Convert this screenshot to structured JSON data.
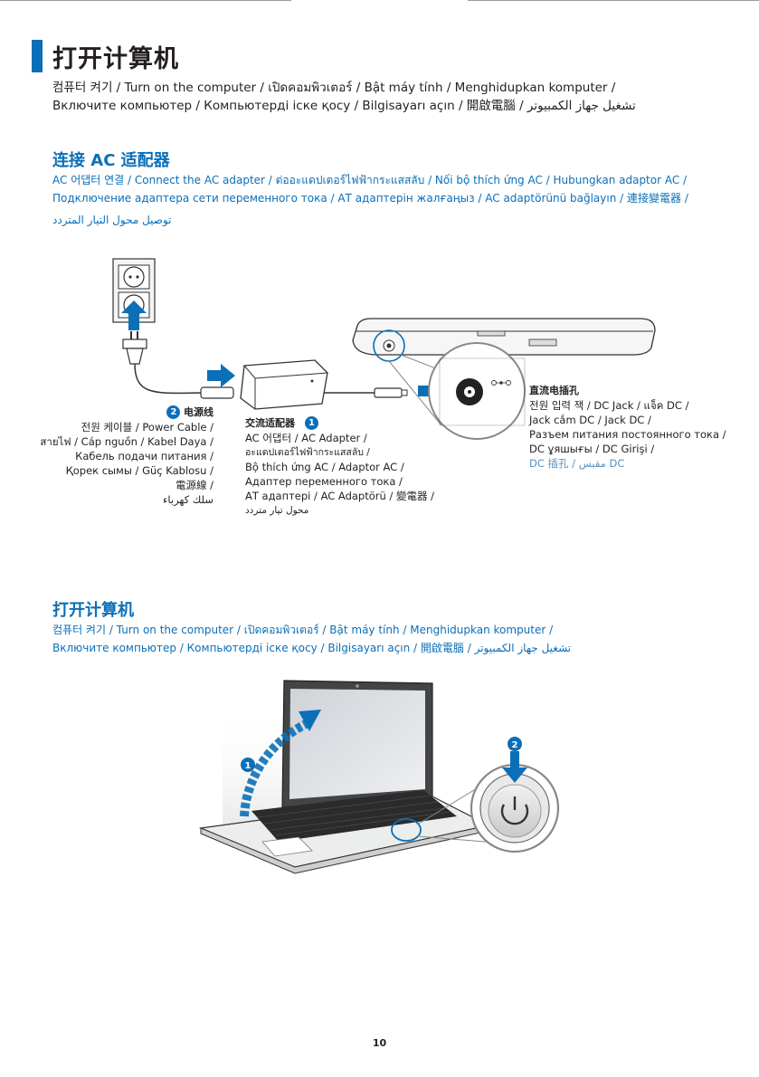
{
  "header": {
    "title": "打开计算机",
    "subtitle_line1": "컴퓨터 켜기 / Turn on the computer / เปิดคอมพิวเตอร์ / Bật máy tính / Menghidupkan komputer /",
    "subtitle_line2": "Включите компьютер / Компьютерді іске қосу / Bilgisayarı açın / 開啟電腦 / تشغيل جهاز الكمبيوتر"
  },
  "section_ac": {
    "heading": "连接 AC 适配器",
    "line1": "AC 어댑터 연결 / Connect the AC adapter / ต่ออะแดปเตอร์ไฟฟ้ากระแสสลับ / Nối bộ thích ứng AC / Hubungkan adaptor AC /",
    "line2": "Подключение адаптера сети переменного тока / АТ адаптерін жалғаңыз / AC adaptörünü bağlayın / 連接變電器 /",
    "line3": "توصيل محول التيار المتردد"
  },
  "labels": {
    "power_cable": {
      "badge": "2",
      "heading": "电源线",
      "l1": "전원 케이블 / Power Cable /",
      "l2": "สายไฟ / Cáp nguồn / Kabel Daya /",
      "l3": "Кабель подачи питания /",
      "l4": "Қорек сымы / Güç Kablosu /",
      "l5": "電源線 /",
      "l6": "سلك كهرباء"
    },
    "ac_adapter": {
      "badge": "1",
      "heading": "交流适配器",
      "l1": "AC 어댑터 / AC Adapter /",
      "l2": "อะแดปเตอร์ไฟฟ้ากระแสสลับ /",
      "l3": "Bộ thích ứng AC / Adaptor AC /",
      "l4": "Адаптер переменного тока /",
      "l5": "АТ адаптері / AC Adaptörü / 變電器 /",
      "l6": "محول تيار متردد"
    },
    "dc_jack": {
      "heading": "直流电插孔",
      "l1": "전원 입력 잭 / DC Jack / แจ็ค DC /",
      "l2": "Jack cắm DC / Jack DC /",
      "l3": "Разъем питания постоянного тока /",
      "l4": "DC ұяшығы / DC Girişi /",
      "l5": "DC 插孔 / مقبس DC"
    }
  },
  "section_on": {
    "heading": "打开计算机",
    "line1": "컴퓨터 켜기 / Turn on the computer / เปิดคอมพิวเตอร์ / Bật máy tính / Menghidupkan komputer /",
    "line2": "Включите компьютер / Компьютерді іске қосу / Bilgisayarı açın / 開啟電腦 / تشغيل جهاز الكمبيوتر"
  },
  "steps": {
    "open_lid": "1",
    "press_power": "2"
  },
  "footer": {
    "page_number": "10"
  },
  "colors": {
    "accent": "#0b6fb8",
    "text": "#231f20"
  }
}
